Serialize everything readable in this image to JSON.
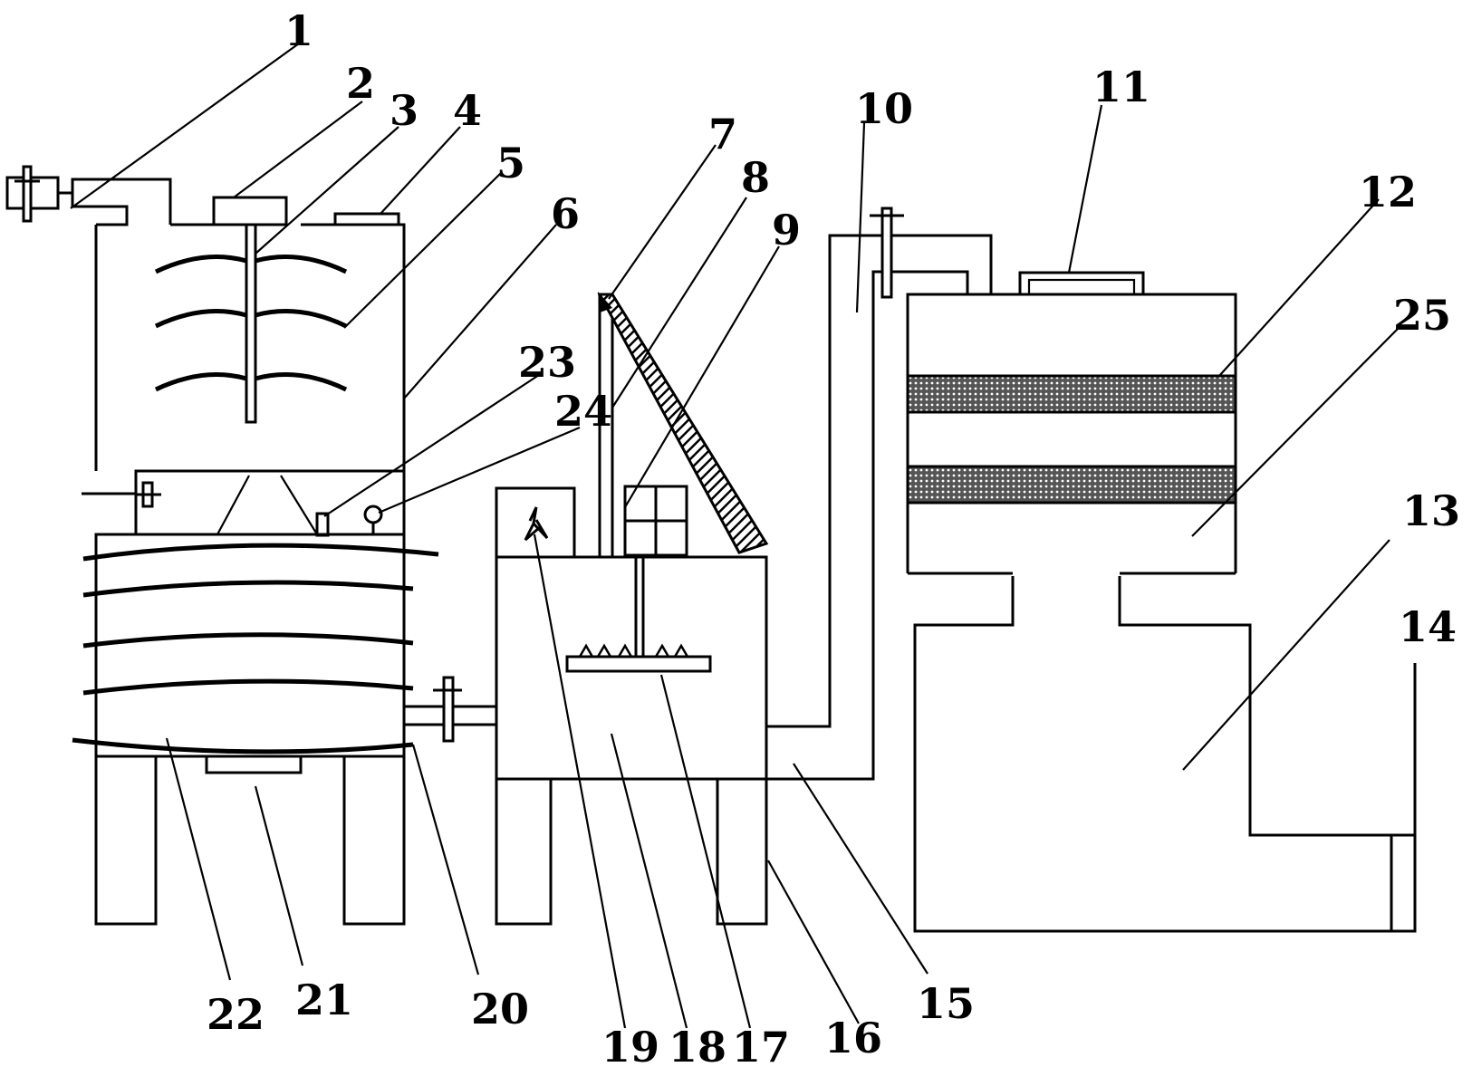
{
  "labels": {
    "l1": "1",
    "l2": "2",
    "l3": "3",
    "l4": "4",
    "l5": "5",
    "l6": "6",
    "l7": "7",
    "l8": "8",
    "l9": "9",
    "l10": "10",
    "l11": "11",
    "l12": "12",
    "l13": "13",
    "l14": "14",
    "l15": "15",
    "l16": "16",
    "l17": "17",
    "l18": "18",
    "l19": "19",
    "l20": "20",
    "l21": "21",
    "l22": "22",
    "l23": "23",
    "l24": "24",
    "l25": "25"
  },
  "colors": {
    "line": "#000000",
    "background": "#ffffff"
  }
}
